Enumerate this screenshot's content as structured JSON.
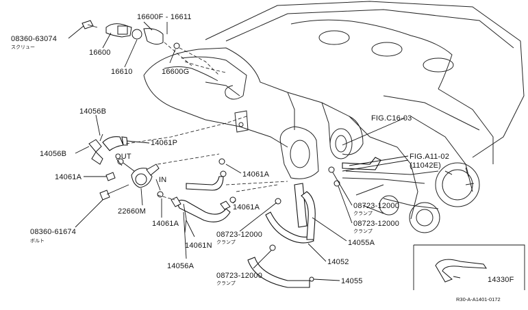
{
  "labels": {
    "screw_part_no": "08360-63074",
    "screw_name": "スクリュー",
    "p16600F_16611": "16600F - 16611",
    "p16600": "16600",
    "p16610": "16610",
    "p16600G": "16600G",
    "p14056B_top": "14056B",
    "p14056B_left": "14056B",
    "p14061P": "14061P",
    "out": "OUT",
    "p14061A_left": "14061A",
    "p14061A_mid": "14061A",
    "p14061A_center": "14061A",
    "p14061A_low": "14061A",
    "in": "IN",
    "p22660M": "22660M",
    "bolt_part_no": "08360-61674",
    "bolt_name": "ボルト",
    "p14061N": "14061N",
    "p14056A": "14056A",
    "clamp_mid_no": "08723-12000",
    "clamp_mid_name": "クランプ",
    "clamp_low_no": "08723-12000",
    "clamp_low_name": "クランプ",
    "clamp_r1_no": "08723-12000",
    "clamp_r1_name": "クランプ",
    "clamp_r2_no": "08723-12000",
    "clamp_r2_name": "クランプ",
    "fig_c16": "FIG.C16-03",
    "fig_a11": "FIG.A11-02",
    "fig_a11_sub": "(11042E)",
    "p14055A": "14055A",
    "p14052": "14052",
    "p14055": "14055",
    "p14330F": "14330F",
    "drawing_code": "R30-A-A1401-0172"
  }
}
